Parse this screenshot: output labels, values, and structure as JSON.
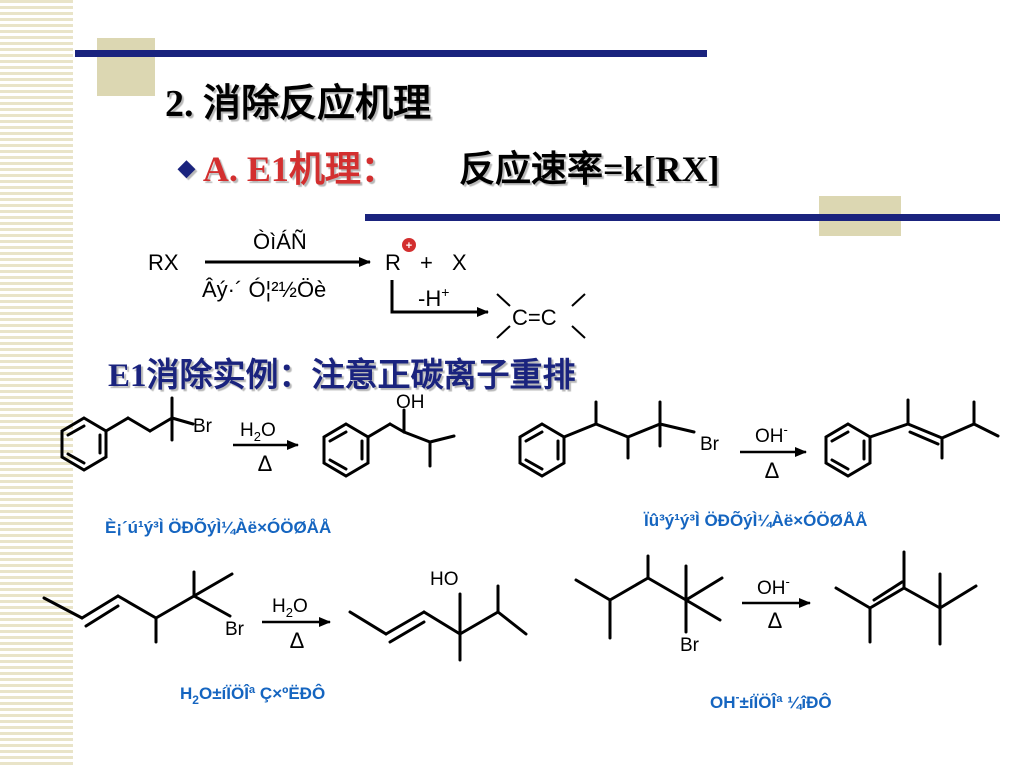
{
  "title": "2. 消除反应机理",
  "subtitle": {
    "bullet": "◆",
    "mechanism": "A. E1机理：",
    "rate": "反应速率=k[RX]"
  },
  "scheme": {
    "reactant": "RX",
    "above_arrow": "ÒìÁÑ",
    "below_arrow": "Âý·´ Ó¦²½Öè",
    "cation": "R",
    "charge": "+",
    "plus": "+",
    "leaving": "X",
    "deprot": "-H",
    "deprot_sup": "+",
    "alkene": "C=C"
  },
  "section_title": "E1消除实例：注意正碳离子重排",
  "examples": {
    "ex1": {
      "br": "Br",
      "reagent": "H",
      "reagent_sub": "2",
      "reagent_tail": "O",
      "heat": "Δ",
      "oh": "OH",
      "caption": "È¡´ú¹ý³Ì ÖÐÕýÌ¼Àë×ÓÖØÅÅ"
    },
    "ex2": {
      "br": "Br",
      "reagent": "OH",
      "reagent_sup": "-",
      "heat": "Δ",
      "caption": "Ïû³ý¹ý³Ì ÖÐÕýÌ¼Àë×ÓÖØÅÅ"
    },
    "ex3": {
      "br": "Br",
      "reagent": "H",
      "reagent_sub": "2",
      "reagent_tail": "O",
      "heat": "Δ",
      "ho": "HO",
      "caption_head": "H",
      "caption_sub": "2",
      "caption_tail": "O±íÏÖÎª Ç×ºËÐÔ"
    },
    "ex4": {
      "br": "Br",
      "reagent": "OH",
      "reagent_sup": "-",
      "heat": "Δ",
      "caption_head": "OH",
      "caption_sup": "-",
      "caption_tail": "±íÏÖÎª ¼îÐÔ"
    }
  },
  "colors": {
    "navy": "#1a237e",
    "red": "#d32f2f",
    "khaki": "#dcd7b2",
    "blue_caption": "#1565c0"
  }
}
